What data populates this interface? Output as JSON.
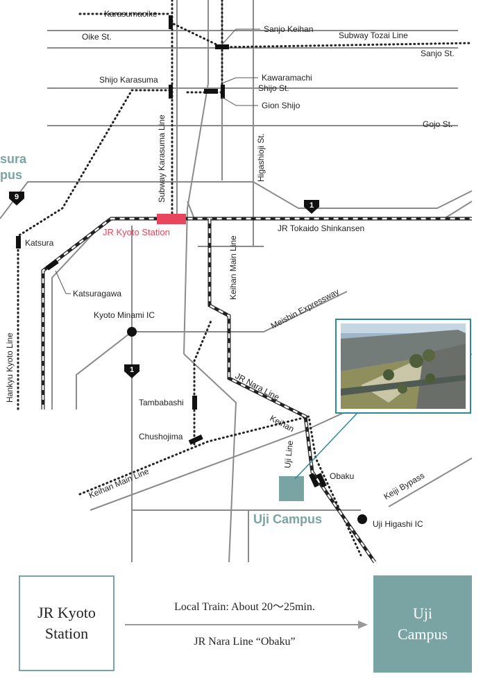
{
  "map": {
    "streets": {
      "oike": "Oike St.",
      "sanjo": "Sanjo St.",
      "shijo": "Shijo St.",
      "gojo": "Gojo St.",
      "higashioji": "Higashioji St."
    },
    "lines": {
      "subway_tozai": "Subway Tozai Line",
      "subway_karasuma": "Subway Karasuma Line",
      "jr_tokaido_shinkansen": "JR Tokaido Shinkansen",
      "keihan_main_upper": "Keihan Main Line",
      "keihan_main_lower": "Keihan Main Line",
      "meishin_expressway": "Meishin Expressway",
      "jr_nara": "JR Nara Line",
      "keihan_uji_a": "Keihan",
      "keihan_uji_b": "Uji Line",
      "hankyu_kyoto": "Hankyu Kyoto Line",
      "keiji_bypass": "Keiji Bypass"
    },
    "stations": {
      "karasumaoike": "Karasumaoike",
      "sanjo_keihan": "Sanjo Keihan",
      "shijo_karasuma": "Shijo Karasuma",
      "kawaramachi": "Kawaramachi",
      "gion_shijo": "Gion Shijo",
      "katsura": "Katsura",
      "katsuragawa": "Katsuragawa",
      "jr_kyoto": "JR Kyoto Station",
      "tambabashi": "Tambabashi",
      "chushojima": "Chushojima",
      "obaku": "Obaku"
    },
    "interchanges": {
      "kyoto_minami": "Kyoto Minami IC",
      "uji_higashi": "Uji Higashi IC"
    },
    "route_shields": {
      "r9": "9",
      "r1_top": "1",
      "r1_left": "1"
    },
    "campuses": {
      "katsura_partial_a": "sura",
      "katsura_partial_b": "pus",
      "uji": "Uji Campus"
    },
    "colors": {
      "teal": "#7aa3a3",
      "jr_kyoto_red": "#e8465c",
      "road_gray": "#8a8a8a"
    }
  },
  "route_info": {
    "origin_line1": "JR Kyoto",
    "origin_line2": "Station",
    "travel_time": "Local Train: About 20～25min.",
    "line_name": "JR Nara Line “Obaku”",
    "destination_line1": "Uji",
    "destination_line2": "Campus"
  }
}
